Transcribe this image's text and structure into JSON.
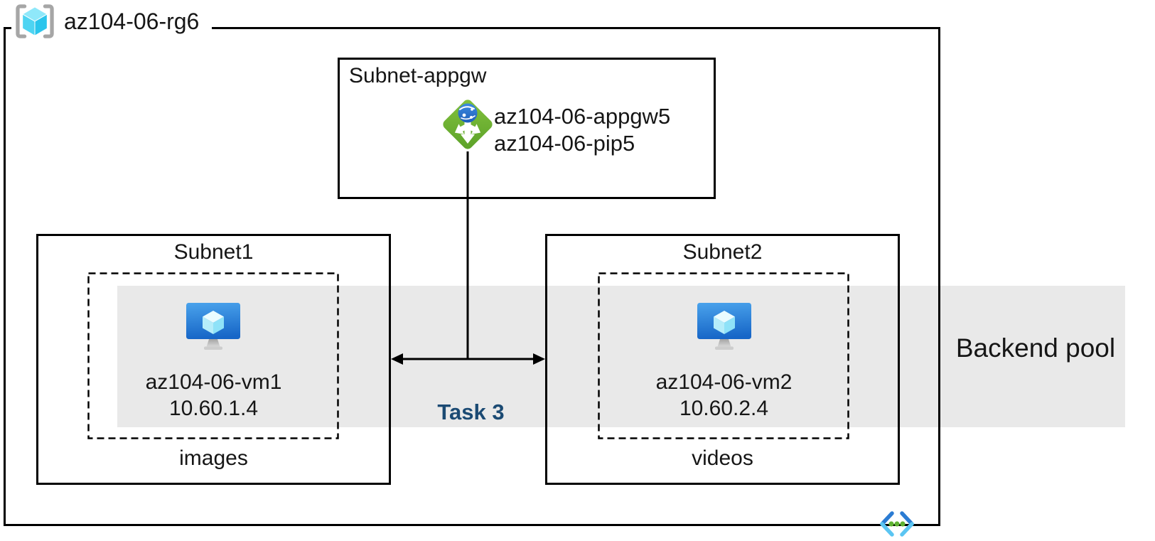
{
  "resource_group": {
    "name": "az104-06-rg6",
    "icon": "resource-group-icon"
  },
  "appgw_subnet": {
    "title": "Subnet-appgw",
    "icon": "application-gateway-icon",
    "appgw_name": "az104-06-appgw5",
    "pip_name": "az104-06-pip5"
  },
  "subnet1": {
    "title": "Subnet1",
    "icon": "virtual-machine-icon",
    "vm_name": "az104-06-vm1",
    "vm_ip": "10.60.1.4",
    "caption": "images"
  },
  "subnet2": {
    "title": "Subnet2",
    "icon": "virtual-machine-icon",
    "vm_name": "az104-06-vm2",
    "vm_ip": "10.60.2.4",
    "caption": "videos"
  },
  "backend_pool": {
    "label": "Backend pool"
  },
  "annotations": {
    "task_label": "Task 3"
  },
  "footer_icon": "virtual-network-icon",
  "colors": {
    "backend_band": "#e9e9e9",
    "task_label": "#1b4a73",
    "appgw_green": "#6ab42d",
    "vm_blue_top": "#4aa3ec",
    "vm_blue_bottom": "#1766c7",
    "rg_cube_cyan": "#4ed4f2",
    "vnet_blue": "#2b7cd3",
    "vnet_cyan": "#5bc5f2",
    "vnet_dot_green": "#5fb232",
    "outline_black": "#000000"
  }
}
